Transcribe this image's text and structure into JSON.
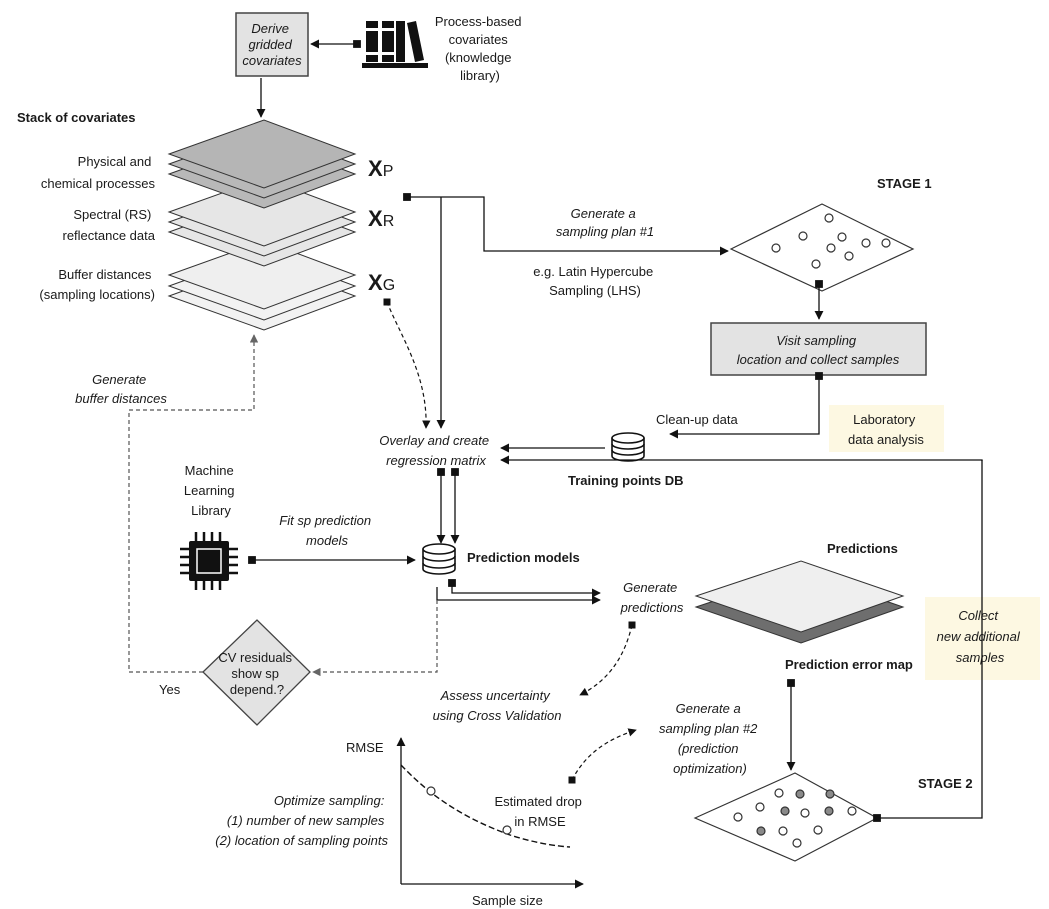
{
  "boxes": {
    "derive": [
      "Derive",
      "gridded",
      "covariates"
    ],
    "visit": [
      "Visit sampling",
      "location and collect samples"
    ]
  },
  "labels": {
    "process_based": [
      "Process-based",
      "covariates",
      "(knowledge",
      "library)"
    ],
    "stack_title": "Stack of covariates",
    "physical": [
      "Physical and",
      "chemical processes"
    ],
    "spectral": [
      "Spectral (RS)",
      "reflectance data"
    ],
    "buffer": [
      "Buffer distances",
      "(sampling locations)"
    ],
    "xp": "X",
    "xp_sub": "P",
    "xr": "X",
    "xr_sub": "R",
    "xg": "X",
    "xg_sub": "G",
    "stage1": "STAGE 1",
    "stage2": "STAGE 2",
    "generate_plan1": [
      "Generate a",
      "sampling plan #1"
    ],
    "lhs": [
      "e.g. Latin Hypercube",
      "Sampling (LHS)"
    ],
    "generate_buffer": [
      "Generate",
      "buffer distances"
    ],
    "clean_up": "Clean-up data",
    "lab_analysis": [
      "Laboratory",
      "data analysis"
    ],
    "overlay": [
      "Overlay and create",
      "regression matrix"
    ],
    "training_db": "Training points DB",
    "ml_library": [
      "Machine",
      "Learning",
      "Library"
    ],
    "fit_models": [
      "Fit sp prediction",
      "models"
    ],
    "prediction_models": "Prediction models",
    "predictions": "Predictions",
    "generate_predictions": [
      "Generate",
      "predictions"
    ],
    "collect_new": [
      "Collect",
      "new additional",
      "samples"
    ],
    "cv_residuals": [
      "CV residuals",
      "show sp",
      "depend.?"
    ],
    "yes": "Yes",
    "prediction_error_map": "Prediction error map",
    "assess": [
      "Assess uncertainty",
      "using Cross Validation"
    ],
    "generate_plan2": [
      "Generate a",
      "sampling plan #2",
      "(prediction",
      "optimization)"
    ],
    "rmse": "RMSE",
    "estimated_drop": [
      "Estimated drop",
      "in RMSE"
    ],
    "optimize": [
      "Optimize sampling:",
      "(1) number of new samples",
      "(2) location of sampling points"
    ],
    "sample_size": "Sample size"
  },
  "colors": {
    "box_fill": "#e3e3e3",
    "note_fill": "#fdf8e2",
    "layer_dark": "#b5b5b5",
    "layer_mid": "#dcdcdc",
    "layer_light": "#efefef",
    "point_dark": "#8a8a8a"
  },
  "icons": [
    "books-icon",
    "database-icon",
    "chip-icon"
  ]
}
